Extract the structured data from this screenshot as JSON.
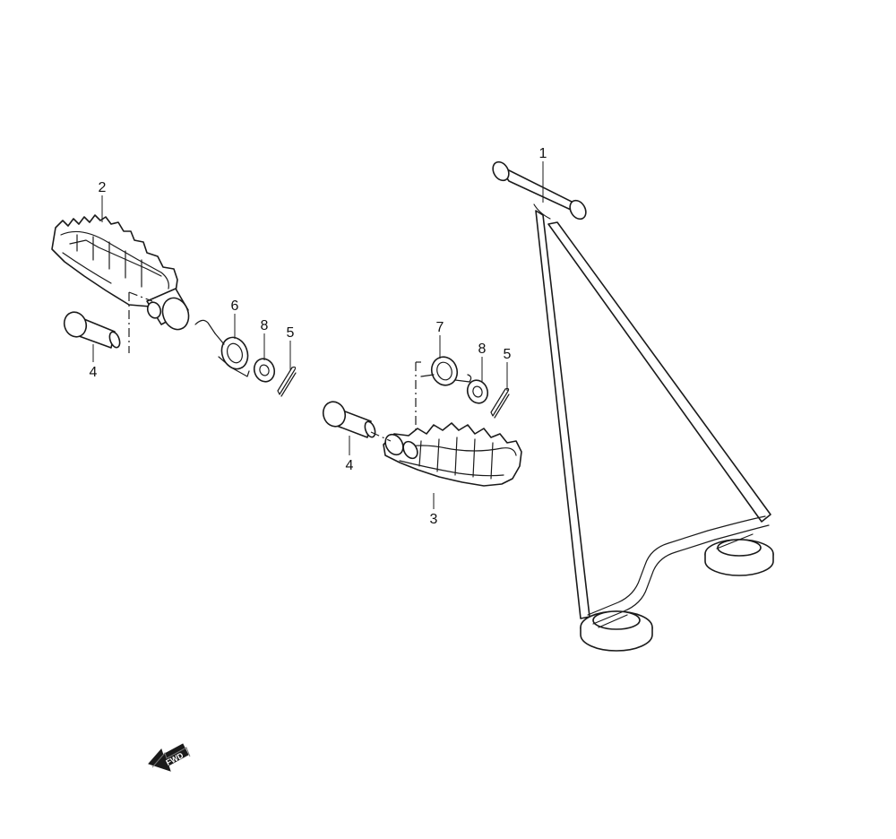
{
  "callouts": {
    "c1": "1",
    "c2": "2",
    "c3": "3",
    "c4a": "4",
    "c4b": "4",
    "c5a": "5",
    "c5b": "5",
    "c6": "6",
    "c7": "7",
    "c8a": "8",
    "c8b": "8"
  },
  "fwd_label": "FWD",
  "icons": {
    "direction": "forward-arrow-icon"
  },
  "colors": {
    "line": "#1a1a1a",
    "background": "#ffffff"
  }
}
